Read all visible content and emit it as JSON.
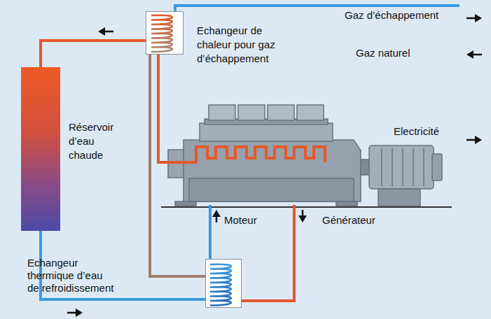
{
  "diagram": {
    "nodes": [
      {
        "text": [
          "Echangeur de chaleur pour gaz d’échappement"
        ]
      },
      {
        "text": [
          "Réservoir d’eau chaude"
        ]
      },
      {
        "text": [
          "Moteur"
        ]
      },
      {
        "text": [
          "Générateur"
        ]
      },
      {
        "text": [
          "Echangeur thermique d’eau de refroidissement"
        ]
      }
    ],
    "edges": [
      {
        "from": 0,
        "to": 1,
        "arrow": "none"
      },
      {
        "from": 2,
        "to": 0,
        "arrow": "none"
      },
      {
        "from": 4,
        "to": 0,
        "arrow": "none"
      },
      {
        "from": 2,
        "to": 4,
        "arrow": "none"
      },
      {
        "from": 4,
        "to": 2,
        "arrow": "none"
      },
      {
        "from": 1,
        "to": 4,
        "arrow": "none"
      }
    ],
    "labels": [
      "Gaz d’échappement",
      "Gaz naturel",
      "Electricité"
    ]
  }
}
